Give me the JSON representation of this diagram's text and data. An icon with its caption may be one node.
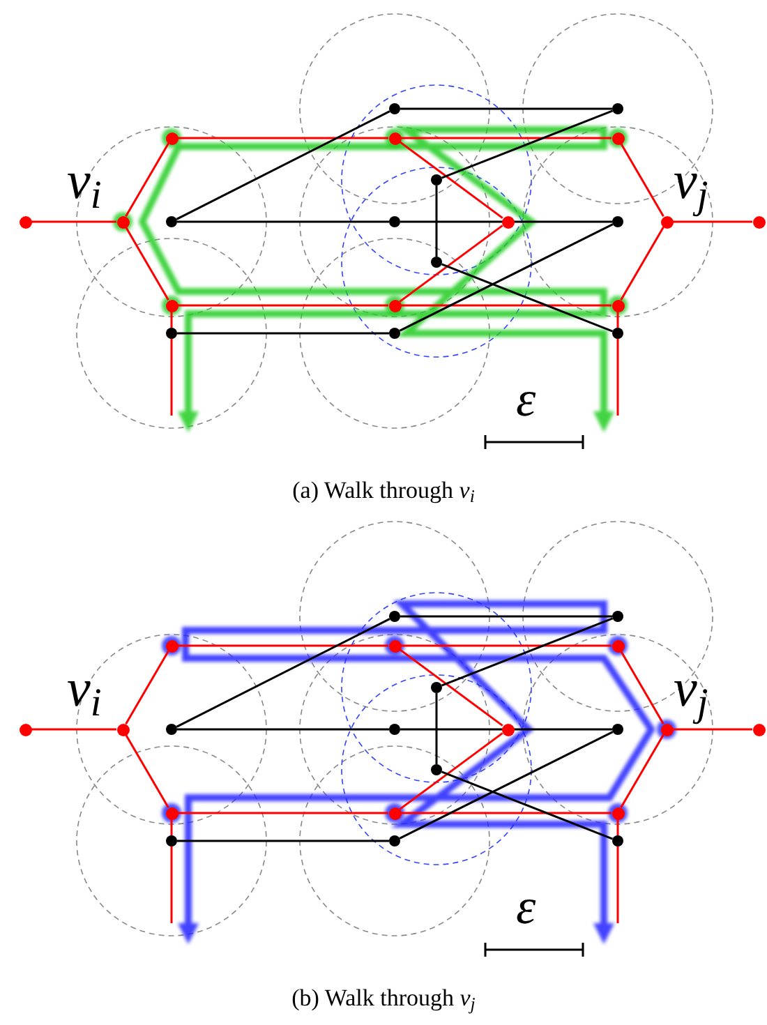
{
  "diagram": {
    "nodes": [
      {
        "text": [],
        "shape": "circle"
      },
      {
        "text": [],
        "shape": "circle"
      },
      {
        "text": [],
        "shape": "circle"
      },
      {
        "text": [],
        "shape": "circle"
      },
      {
        "text": [],
        "shape": "circle"
      },
      {
        "text": [],
        "shape": "circle"
      },
      {
        "text": [],
        "shape": "circle"
      },
      {
        "text": [],
        "shape": "circle",
        "beside": [
          "v$_{i}$"
        ]
      },
      {
        "text": [],
        "shape": "circle"
      },
      {
        "text": [],
        "shape": "circle"
      },
      {
        "text": [],
        "shape": "circle"
      },
      {
        "text": [],
        "shape": "circle"
      },
      {
        "text": [],
        "shape": "circle",
        "beside": [
          "v$_{j}$"
        ]
      },
      {
        "text": [],
        "shape": "circle"
      },
      {
        "text": [],
        "shape": "circle"
      },
      {
        "text": [],
        "shape": "circle"
      },
      {
        "text": [],
        "shape": "circle"
      },
      {
        "text": [],
        "shape": "circle"
      },
      {
        "text": [],
        "shape": "circle"
      },
      {
        "text": [],
        "shape": "circle"
      },
      {
        "text": [],
        "shape": "circle"
      },
      {
        "text": [],
        "shape": "circle"
      },
      {
        "text": [],
        "shape": "circle"
      },
      {
        "text": [],
        "shape": "circle"
      },
      {
        "text": [],
        "shape": "circle"
      },
      {
        "text": [],
        "shape": "circle"
      },
      {
        "text": [],
        "shape": "circle"
      },
      {
        "text": [],
        "shape": "circle"
      },
      {
        "text": [],
        "shape": "circle",
        "beside": [
          "v$_{i}$"
        ]
      },
      {
        "text": [],
        "shape": "circle"
      },
      {
        "text": [],
        "shape": "circle"
      },
      {
        "text": [],
        "shape": "circle"
      },
      {
        "text": [],
        "shape": "circle"
      },
      {
        "text": [],
        "shape": "circle",
        "beside": [
          "v$_{j}$"
        ]
      },
      {
        "text": [],
        "shape": "circle"
      },
      {
        "text": [],
        "shape": "circle"
      },
      {
        "text": [],
        "shape": "circle"
      },
      {
        "text": [],
        "shape": "circle"
      },
      {
        "text": [],
        "shape": "circle"
      },
      {
        "text": [],
        "shape": "circle"
      },
      {
        "text": [],
        "shape": "circle"
      },
      {
        "text": [],
        "shape": "circle"
      }
    ],
    "edges": [
      {
        "from": 6,
        "to": 7,
        "arrow": "none"
      },
      {
        "from": 7,
        "to": 2,
        "arrow": "none"
      },
      {
        "from": 7,
        "to": 15,
        "arrow": "none"
      },
      {
        "from": 2,
        "to": 3,
        "arrow": "none"
      },
      {
        "from": 3,
        "to": 4,
        "arrow": "none"
      },
      {
        "from": 4,
        "to": 12,
        "arrow": "none"
      },
      {
        "from": 15,
        "to": 16,
        "arrow": "none"
      },
      {
        "from": 16,
        "to": 17,
        "arrow": "none"
      },
      {
        "from": 17,
        "to": 12,
        "arrow": "none"
      },
      {
        "from": 12,
        "to": 13,
        "arrow": "none"
      },
      {
        "from": 3,
        "to": 10,
        "arrow": "none"
      },
      {
        "from": 16,
        "to": 10,
        "arrow": "none"
      },
      {
        "from": 15,
        "to": null,
        "arrow": "none"
      },
      {
        "from": 17,
        "to": null,
        "arrow": "none"
      },
      {
        "from": 8,
        "to": 0,
        "arrow": "none",
        "color": "#000000"
      },
      {
        "from": 0,
        "to": 1,
        "arrow": "none",
        "color": "#000000"
      },
      {
        "from": 1,
        "to": 5,
        "arrow": "none",
        "color": "#000000"
      },
      {
        "from": 5,
        "to": 14,
        "arrow": "none",
        "color": "#000000"
      },
      {
        "from": 8,
        "to": 9,
        "arrow": "none",
        "color": "#000000"
      },
      {
        "from": 9,
        "to": 11,
        "arrow": "none",
        "color": "#000000"
      },
      {
        "from": 11,
        "to": 19,
        "arrow": "none",
        "color": "#000000"
      },
      {
        "from": 18,
        "to": 19,
        "arrow": "none",
        "color": "#000000"
      },
      {
        "from": 14,
        "to": 20,
        "arrow": "none",
        "color": "#000000"
      },
      {
        "from": 27,
        "to": 28,
        "arrow": "none"
      },
      {
        "from": 28,
        "to": 23,
        "arrow": "none"
      },
      {
        "from": 28,
        "to": 36,
        "arrow": "none"
      },
      {
        "from": 23,
        "to": 24,
        "arrow": "none"
      },
      {
        "from": 24,
        "to": 25,
        "arrow": "none"
      },
      {
        "from": 25,
        "to": 33,
        "arrow": "none"
      },
      {
        "from": 36,
        "to": 37,
        "arrow": "none"
      },
      {
        "from": 37,
        "to": 38,
        "arrow": "none"
      },
      {
        "from": 38,
        "to": 33,
        "arrow": "none"
      },
      {
        "from": 33,
        "to": 34,
        "arrow": "none"
      },
      {
        "from": 24,
        "to": 31,
        "arrow": "none"
      },
      {
        "from": 37,
        "to": 31,
        "arrow": "none"
      },
      {
        "from": 36,
        "to": null,
        "arrow": "none"
      },
      {
        "from": 38,
        "to": null,
        "arrow": "none"
      },
      {
        "from": 29,
        "to": 21,
        "arrow": "none",
        "color": "#000000"
      },
      {
        "from": 21,
        "to": 22,
        "arrow": "none",
        "color": "#000000"
      },
      {
        "from": 22,
        "to": 26,
        "arrow": "none",
        "color": "#000000"
      },
      {
        "from": 26,
        "to": 35,
        "arrow": "none",
        "color": "#000000"
      },
      {
        "from": 29,
        "to": 30,
        "arrow": "none",
        "color": "#000000"
      },
      {
        "from": 30,
        "to": 32,
        "arrow": "none",
        "color": "#000000"
      },
      {
        "from": 32,
        "to": 40,
        "arrow": "none",
        "color": "#000000"
      },
      {
        "from": 39,
        "to": 40,
        "arrow": "none",
        "color": "#000000"
      },
      {
        "from": 35,
        "to": 41,
        "arrow": "none",
        "color": "#000000"
      }
    ],
    "labels": [
      "ε",
      "(a) Walk through *v*$_{i}$",
      "ε",
      "(b) Walk through *v*$_{j}$"
    ]
  }
}
